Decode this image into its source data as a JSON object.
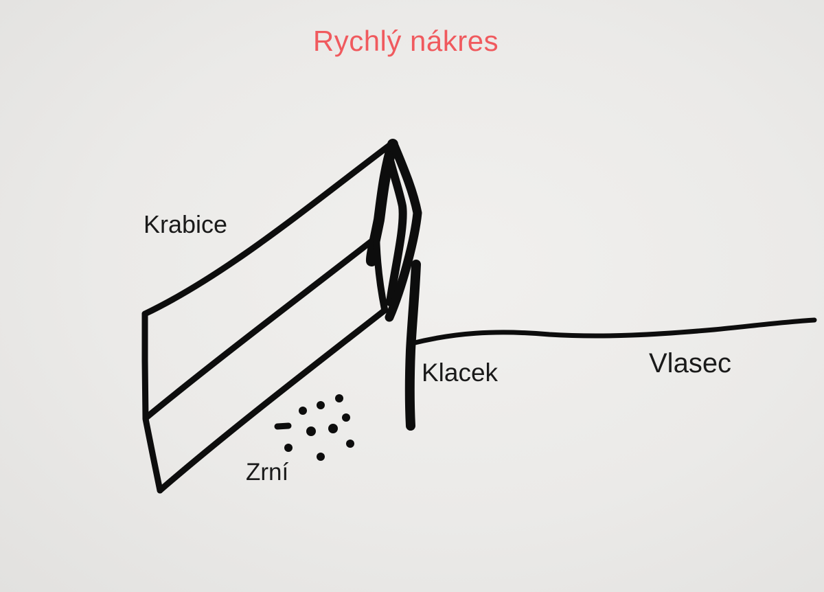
{
  "title": "Rychlý nákres",
  "title_color": "#f05a5e",
  "labels": {
    "box": "Krabice",
    "stick": "Klacek",
    "line": "Vlasec",
    "grain": "Zrní"
  },
  "ink_color": "#0d0d0d"
}
